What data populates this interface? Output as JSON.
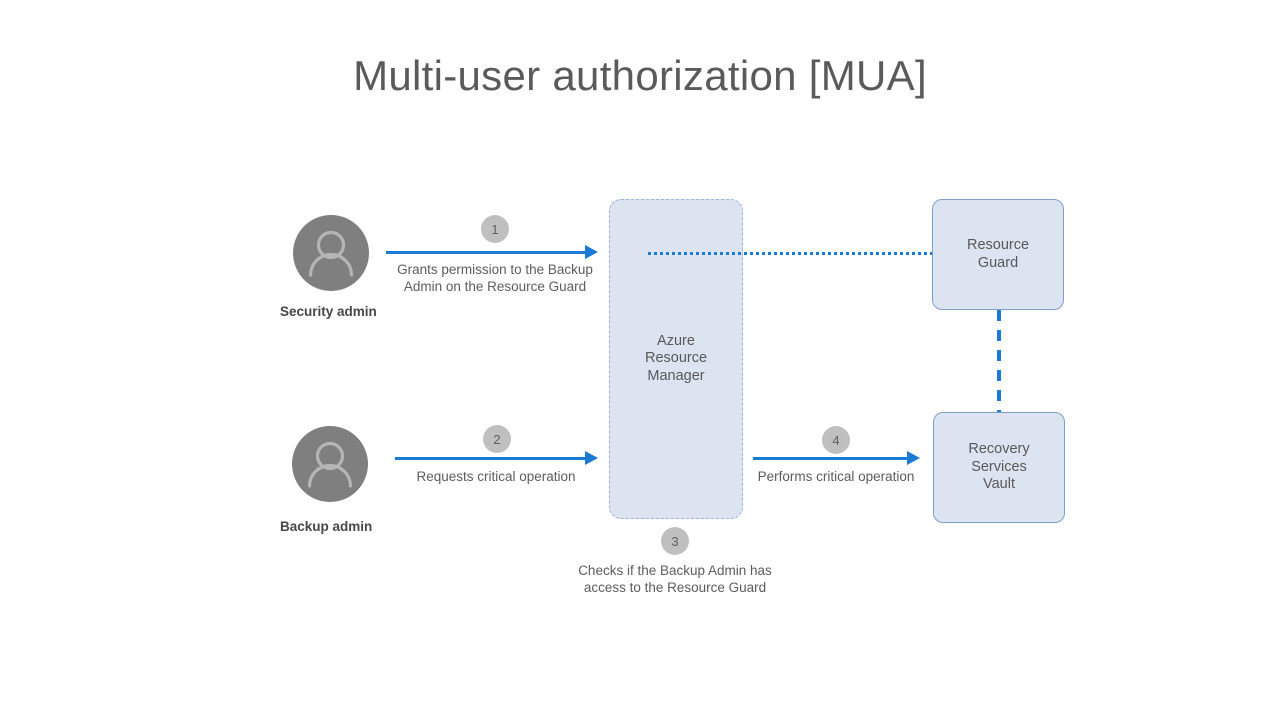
{
  "title": "Multi-user authorization [MUA]",
  "colors": {
    "arrow_blue": "#1a7ad4",
    "box_fill": "#dde4f1",
    "box_border": "#7f9fcb",
    "arm_border": "#9db4dc",
    "avatar_gray": "#7f7f7f",
    "badge_gray": "#bfbfbf",
    "title_gray": "#5a5a5a"
  },
  "actors": [
    {
      "id": "security-admin",
      "label": "Security admin",
      "icon": "person-avatar-icon"
    },
    {
      "id": "backup-admin",
      "label": "Backup admin",
      "icon": "person-avatar-icon"
    }
  ],
  "nodes": [
    {
      "id": "azure-resource-manager",
      "label": "Azure\nResource\nManager"
    },
    {
      "id": "resource-guard",
      "label": "Resource\nGuard"
    },
    {
      "id": "recovery-services-vault",
      "label": "Recovery\nServices\nVault"
    }
  ],
  "steps": [
    {
      "number": "1",
      "caption": "Grants permission to the Backup\nAdmin on the Resource Guard"
    },
    {
      "number": "2",
      "caption": "Requests critical operation"
    },
    {
      "number": "3",
      "caption": "Checks if the Backup Admin has\naccess to the Resource Guard"
    },
    {
      "number": "4",
      "caption": "Performs critical operation"
    }
  ]
}
